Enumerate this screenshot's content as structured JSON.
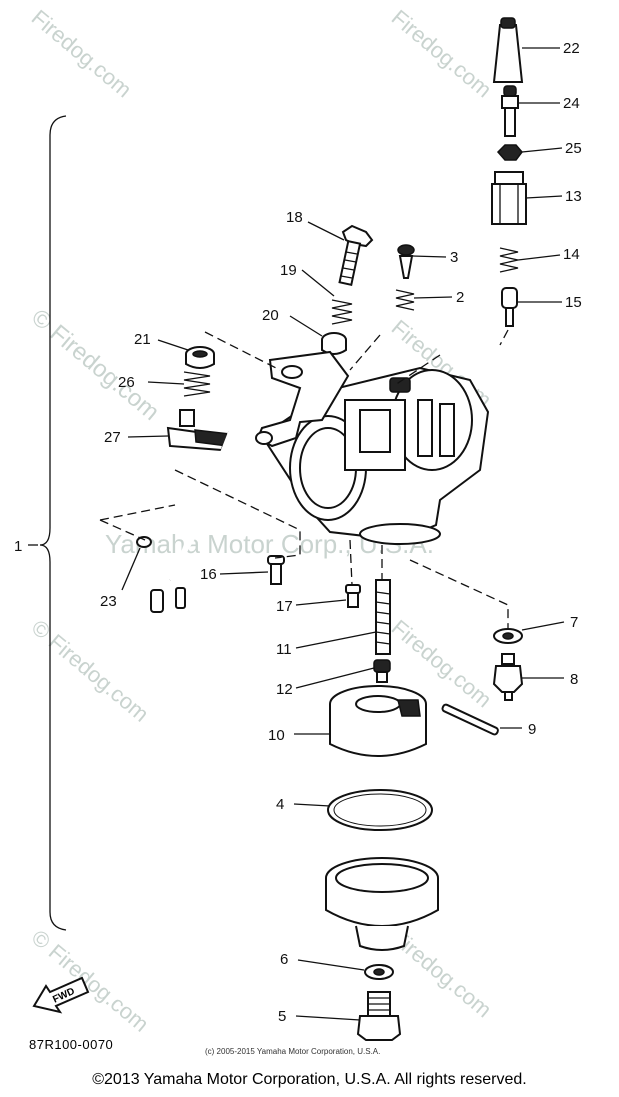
{
  "watermark": {
    "center": "Yamaha Motor Corp., U.S.A.",
    "site": "Firedog.com",
    "site_copyright": "© Firedog.com"
  },
  "assembly_label": "1",
  "fwd_label": "FWD",
  "part_code": "87R100-0070",
  "small_copyright": "(c) 2005-2015 Yamaha Motor Corporation, U.S.A.",
  "copyright": "©2013 Yamaha Motor Corporation, U.S.A. All rights reserved.",
  "callouts": {
    "c22": "22",
    "c24": "24",
    "c25": "25",
    "c13": "13",
    "c14": "14",
    "c15": "15",
    "c18": "18",
    "c19": "19",
    "c20": "20",
    "c3": "3",
    "c2": "2",
    "c21": "21",
    "c26": "26",
    "c27": "27",
    "c23": "23",
    "c16": "16",
    "c17": "17",
    "c11": "11",
    "c12": "12",
    "c7": "7",
    "c8": "8",
    "c9": "9",
    "c10": "10",
    "c4": "4",
    "c6": "6",
    "c5": "5"
  }
}
